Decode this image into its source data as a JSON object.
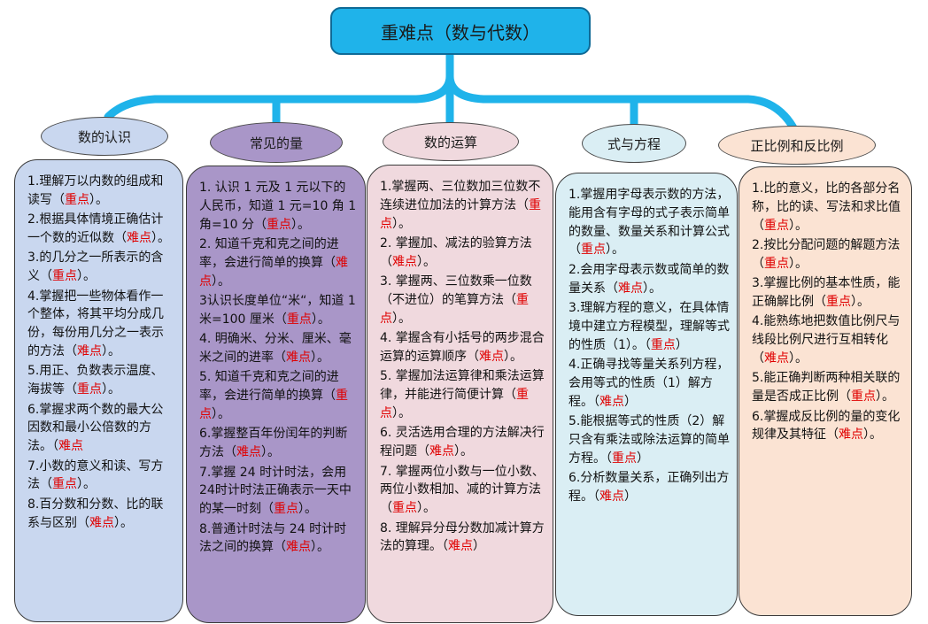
{
  "title": "重难点（数与代数）",
  "colors": {
    "trunk": "#1fb3ea",
    "title_fill": "#1fb3ea",
    "emphasis_text": "#e00000"
  },
  "columns": [
    {
      "header": "数的认识",
      "header_fill": "#c9d7ef",
      "body_fill": "#c9d7ef",
      "items": [
        {
          "text": "1.理解万以内数的组成和读写（",
          "tag": "重点",
          "tail": "）。"
        },
        {
          "text": "2.根据具体情境正确估计一个数的近似数（",
          "tag": "难点",
          "tail": "）。"
        },
        {
          "text": "3.的几分之一所表示的含义（",
          "tag": "重点",
          "tail": "）。"
        },
        {
          "text": "4.掌握把一些物体看作一个整体，将其平均分成几份，每份用几分之一表示的方法（",
          "tag": "难点",
          "tail": "）。"
        },
        {
          "text": "5.用正、负数表示温度、海拔等（",
          "tag": "重点",
          "tail": "）。"
        },
        {
          "text": "6.掌握求两个数的最大公因数和最小公倍数的方法。（",
          "tag": "难点",
          "tail": ""
        },
        {
          "text": "7.小数的意义和读、写方法（",
          "tag": "重点",
          "tail": "）。"
        },
        {
          "text": "8.百分数和分数、比的联系与区别（",
          "tag": "难点",
          "tail": "）。"
        }
      ]
    },
    {
      "header": "常见的量",
      "header_fill": "#a996c8",
      "body_fill": "#a996c8",
      "items": [
        {
          "text": "1. 认识 1 元及 1 元以下的人民币，知道 1 元=10 角 1 角=10 分（",
          "tag": "重点",
          "tail": "）。"
        },
        {
          "text": "2. 知道千克和克之间的进率，会进行简单的换算（",
          "tag": "难点",
          "tail": "）。"
        },
        {
          "text": "3认识长度单位“米“，知道 1 米=100 厘米（",
          "tag": "重点",
          "tail": "）。"
        },
        {
          "text": "4. 明确米、分米、厘米、毫米之间的进率（",
          "tag": "难点",
          "tail": "）。"
        },
        {
          "text": "5. 知道千克和克之间的进率，会进行简单的换算（",
          "tag": "重点",
          "tail": "）。"
        },
        {
          "text": "6.掌握整百年份闰年的判断方法（",
          "tag": "难点",
          "tail": "）。"
        },
        {
          "text": "7.掌握 24 时计时法，会用24时计时法正确表示一天中的某一时刻（",
          "tag": "重点",
          "tail": "）。"
        },
        {
          "text": "8.普通计时法与 24 时计时法之间的换算（",
          "tag": "难点",
          "tail": "）。"
        }
      ]
    },
    {
      "header": "数的运算",
      "header_fill": "#f0d9de",
      "body_fill": "#f0d9de",
      "items": [
        {
          "text": "1.掌握两、三位数加三位数不连续进位加法的计算方法（",
          "tag": "重点",
          "tail": "）。"
        },
        {
          "text": "2. 掌握加、减法的验算方法（",
          "tag": "难点",
          "tail": "）。"
        },
        {
          "text": "3. 掌握两、三位数乘一位数（不进位）的笔算方法（",
          "tag": "重点",
          "tail": "）。"
        },
        {
          "text": "4. 掌握含有小括号的两步混合运算的运算顺序（",
          "tag": "难点",
          "tail": "）。"
        },
        {
          "text": "5. 掌握加法运算律和乘法运算律，并能进行简便计算（",
          "tag": "重点",
          "tail": "）。"
        },
        {
          "text": "6. 灵活选用合理的方法解决行程问题（",
          "tag": "难点",
          "tail": "）。"
        },
        {
          "text": "7. 掌握两位小数与一位小数、两位小数相加、减的计算方法（",
          "tag": "重点",
          "tail": "）。"
        },
        {
          "text": "8. 理解异分母分数加减计算方法的算理。（",
          "tag": "难点",
          "tail": "）"
        }
      ]
    },
    {
      "header": "式与方程",
      "header_fill": "#daeef4",
      "body_fill": "#daeef4",
      "items": [
        {
          "text": "1.掌握用字母表示数的方法，能用含有字母的式子表示简单的数量、数量关系和计算公式（",
          "tag": "重点",
          "tail": "）。"
        },
        {
          "text": "2.会用字母表示数或简单的数量关系（",
          "tag": "难点",
          "tail": "）。"
        },
        {
          "text": "3.理解方程的意义，在具体情境中建立方程模型，理解等式的性质（1）。（",
          "tag": "重点",
          "tail": "）"
        },
        {
          "text": "4.正确寻找等量关系列方程，会用等式的性质（1）解方程。（",
          "tag": "难点",
          "tail": "）"
        },
        {
          "text": "5.能根据等式的性质（2）解只含有乘法或除法运算的简单方程。（",
          "tag": "重点",
          "tail": "）"
        },
        {
          "text": "6.分析数量关系，正确列出方程。（",
          "tag": "难点",
          "tail": "）"
        }
      ]
    },
    {
      "header": "正比例和反比例",
      "header_fill": "#fbe3d3",
      "body_fill": "#fbe3d3",
      "items": [
        {
          "text": "1.比的意义，比的各部分名称，比的读、写法和求比值（",
          "tag": "重点",
          "tail": "）。"
        },
        {
          "text": "2.按比分配问题的解题方法（",
          "tag": "重点",
          "tail": "）。"
        },
        {
          "text": "3.掌握比例的基本性质，能正确解比例（",
          "tag": "重点",
          "tail": "）。"
        },
        {
          "text": "4.能熟练地把数值比例尺与线段比例尺进行互相转化（",
          "tag": "难点",
          "tail": "）。"
        },
        {
          "text": "5.能正确判断两种相关联的量是否成正比例（",
          "tag": "重点",
          "tail": "）。"
        },
        {
          "text": "6.掌握成反比例的量的变化规律及其特征（",
          "tag": "难点",
          "tail": "）。"
        }
      ]
    }
  ]
}
